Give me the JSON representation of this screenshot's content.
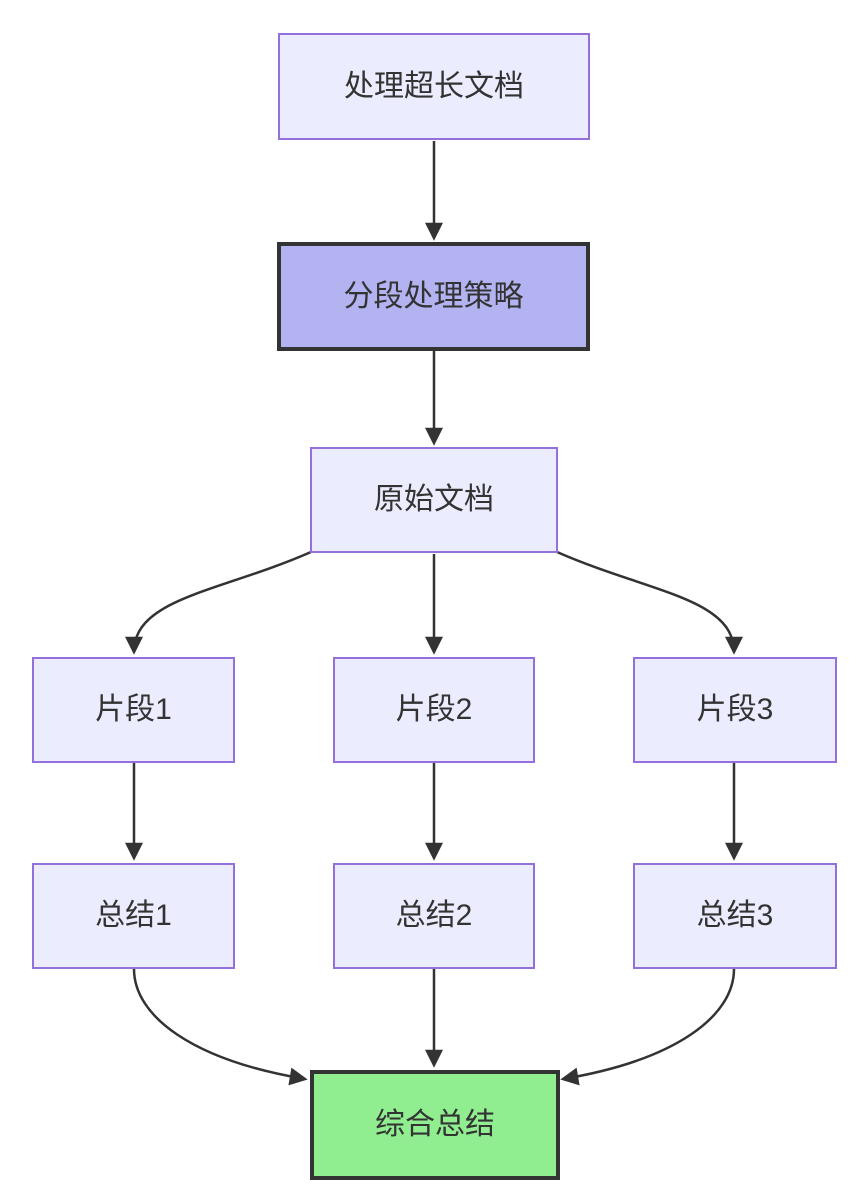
{
  "diagram": {
    "type": "flowchart",
    "direction": "top-down",
    "nodes": [
      {
        "id": "root",
        "label": "处理超长文档",
        "style": "default"
      },
      {
        "id": "strategy",
        "label": "分段处理策略",
        "style": "emphasis"
      },
      {
        "id": "doc",
        "label": "原始文档",
        "style": "default"
      },
      {
        "id": "frag1",
        "label": "片段1",
        "style": "default"
      },
      {
        "id": "frag2",
        "label": "片段2",
        "style": "default"
      },
      {
        "id": "frag3",
        "label": "片段3",
        "style": "default"
      },
      {
        "id": "sum1",
        "label": "总结1",
        "style": "default"
      },
      {
        "id": "sum2",
        "label": "总结2",
        "style": "default"
      },
      {
        "id": "sum3",
        "label": "总结3",
        "style": "default"
      },
      {
        "id": "final",
        "label": "综合总结",
        "style": "success"
      }
    ],
    "edges": [
      {
        "from": "处理超长文档",
        "to": "分段处理策略"
      },
      {
        "from": "分段处理策略",
        "to": "原始文档"
      },
      {
        "from": "原始文档",
        "to": "片段1"
      },
      {
        "from": "原始文档",
        "to": "片段2"
      },
      {
        "from": "原始文档",
        "to": "片段3"
      },
      {
        "from": "片段1",
        "to": "总结1"
      },
      {
        "from": "片段2",
        "to": "总结2"
      },
      {
        "from": "片段3",
        "to": "总结3"
      },
      {
        "from": "总结1",
        "to": "综合总结"
      },
      {
        "from": "总结2",
        "to": "综合总结"
      },
      {
        "from": "总结3",
        "to": "综合总结"
      }
    ],
    "colors": {
      "node_fill": "#ECECFF",
      "node_border": "#9370DB",
      "emphasis_fill": "#B3B3F2",
      "emphasis_border": "#333333",
      "success_fill": "#90EE90",
      "success_border": "#333333",
      "edge": "#333333",
      "text": "#333333",
      "background": "#FFFFFF"
    }
  }
}
